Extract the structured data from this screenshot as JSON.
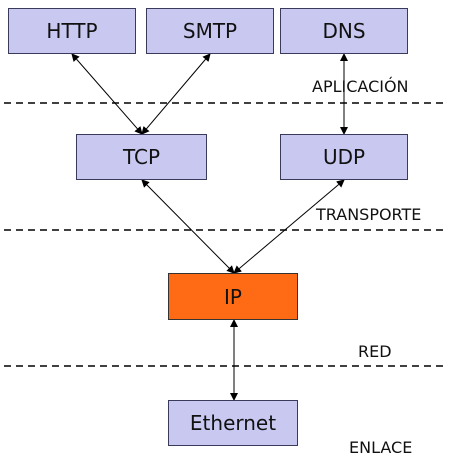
{
  "nodes": {
    "http": "HTTP",
    "smtp": "SMTP",
    "dns": "DNS",
    "tcp": "TCP",
    "udp": "UDP",
    "ip": "IP",
    "ethernet": "Ethernet"
  },
  "layers": {
    "aplicacion": "APLICACIÓN",
    "transporte": "TRANSPORTE",
    "red": "RED",
    "enlace": "ENLACE"
  },
  "colors": {
    "node_fill": "#c8c8f0",
    "ip_fill": "#ff6a14"
  }
}
